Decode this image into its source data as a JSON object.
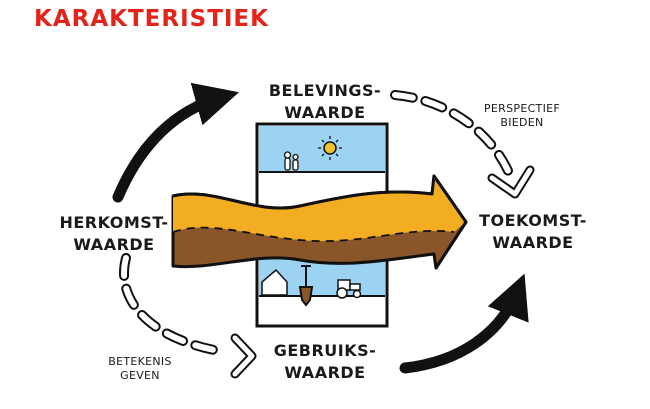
{
  "title": "KARAKTERISTIEK",
  "nodes": {
    "beleving": [
      "BELEVINGS-",
      "WAARDE"
    ],
    "herkomst": [
      "HERKOMST-",
      "WAARDE"
    ],
    "toekomst": [
      "TOEKOMST-",
      "WAARDE"
    ],
    "gebruik": [
      "GEBRUIKS-",
      "WAARDE"
    ]
  },
  "notes": {
    "perspectief": [
      "PERSPECTIEF",
      "BIEDEN"
    ],
    "betekenis": [
      "BETEKENIS",
      "GEVEN"
    ]
  },
  "colors": {
    "title": "#e3241b",
    "sky": "#9dd3f2",
    "sand": "#f3ad22",
    "soil": "#8a5528",
    "sun": "#f2c12e",
    "ink": "#111111"
  }
}
